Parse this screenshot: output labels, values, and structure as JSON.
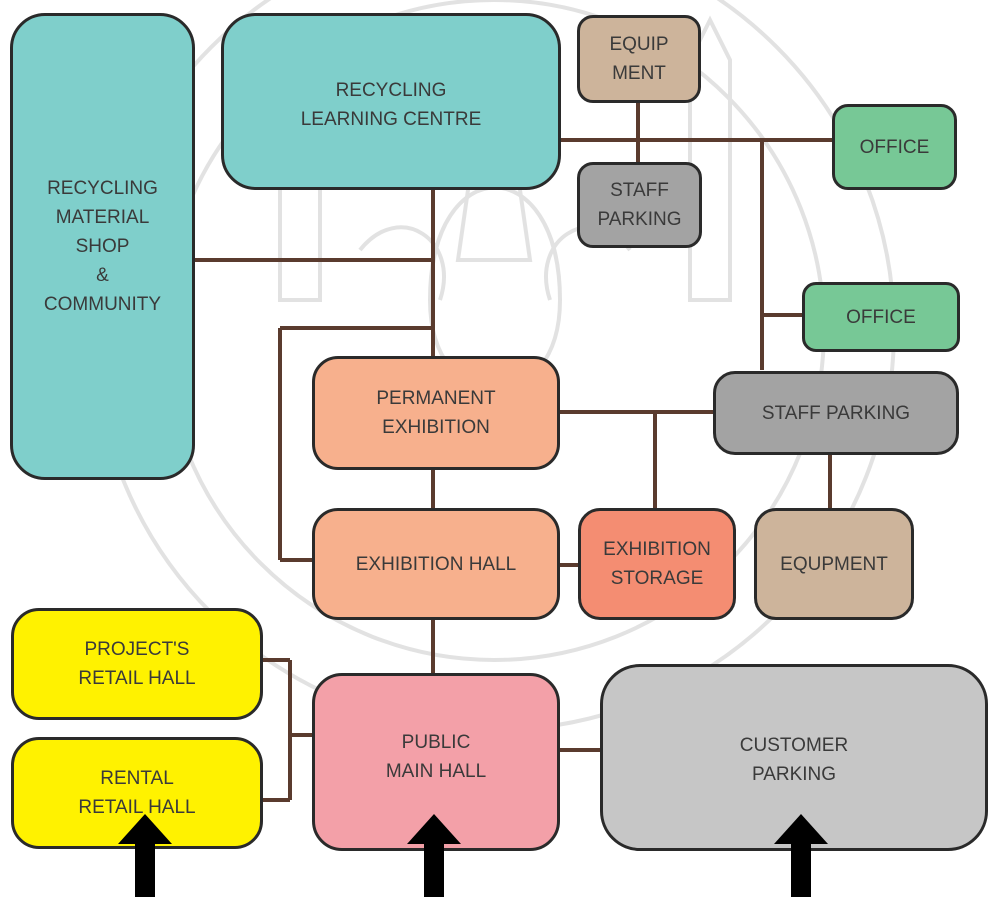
{
  "colors": {
    "connector": "#5a3b2e",
    "outline": "#2a2a2a",
    "teal": "#7fcfcb",
    "tan": "#cdb49b",
    "gray": "#a3a3a3",
    "green": "#77c896",
    "orange": "#f7b08d",
    "salmon": "#f48d72",
    "yellow": "#fff200",
    "pink": "#f3a0a8",
    "light_gray": "#c6c6c6"
  },
  "zones": {
    "recycling_material_shop": "RECYCLING\nMATERIAL\nSHOP\n&\nCOMMUNITY",
    "recycling_learning_centre": "RECYCLING\nLEARNING CENTRE",
    "equipment_top": "EQUIP\nMENT",
    "staff_parking_top": "STAFF\nPARKING",
    "office_top": "OFFICE",
    "office_middle": "OFFICE",
    "permanent_exhibition": "PERMANENT\nEXHIBITION",
    "staff_parking_middle": "STAFF PARKING",
    "exhibition_hall": "EXHIBITION HALL",
    "exhibition_storage": "EXHIBITION\nSTORAGE",
    "equipment_bottom": "EQUPMENT",
    "projects_retail_hall": "PROJECT'S\nRETAIL HALL",
    "rental_retail_hall": "RENTAL\nRETAIL HALL",
    "public_main_hall": "PUBLIC\nMAIN HALL",
    "customer_parking": "CUSTOMER\nPARKING"
  },
  "entrances": [
    "entrance-arrow",
    "entrance-arrow",
    "entrance-arrow"
  ]
}
